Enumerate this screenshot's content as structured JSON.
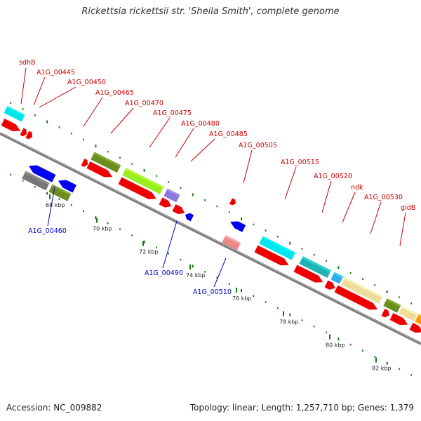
{
  "title": "Rickettsia rickettsii str. 'Sheila Smith', complete genome",
  "footer": {
    "accession": "Accession: NC_009882",
    "summary": "Topology: linear; Length: 1,257,710 bp; Genes: 1,379"
  },
  "colors": {
    "backbone": "#777777",
    "cds": "#ee0000",
    "tick": "#117711",
    "label_top": "#cc0000",
    "label_bottom": "#0000cc"
  },
  "scale": {
    "unit": "kbp",
    "ticks": [
      {
        "kbp": 68,
        "label": "68 kbp"
      },
      {
        "kbp": 70,
        "label": "70 kbp"
      },
      {
        "kbp": 72,
        "label": "72 kbp"
      },
      {
        "kbp": 74,
        "label": "74 kbp"
      },
      {
        "kbp": 76,
        "label": "76 kbp"
      },
      {
        "kbp": 78,
        "label": "78 kbp"
      },
      {
        "kbp": 80,
        "label": "80 kbp"
      },
      {
        "kbp": 82,
        "label": "82 kbp"
      }
    ]
  },
  "genes_top": [
    {
      "label": "sdhB",
      "color": "#00e5ee"
    },
    {
      "label": "A1G_00445",
      "color": "#ee0000"
    },
    {
      "label": "A1G_00450",
      "color": "#ee0000"
    },
    {
      "label": "A1G_00465",
      "color": "#6b8e23"
    },
    {
      "label": "A1G_00470",
      "color": "#99ee22"
    },
    {
      "label": "A1G_00475",
      "color": "#8877dd"
    },
    {
      "label": "A1G_00480",
      "color": "#ee0000"
    },
    {
      "label": "A1G_00485",
      "color": "#ee0000"
    },
    {
      "label": "A1G_00505",
      "color": "#ee0000"
    },
    {
      "label": "A1G_00515",
      "color": "#00e5ee"
    },
    {
      "label": "A1G_00520",
      "color": "#22b2b2"
    },
    {
      "label": "ndk",
      "color": "#33aaee"
    },
    {
      "label": "A1G_00530",
      "color": "#eedd99"
    },
    {
      "label": "gidB",
      "color": "#6b8e23"
    }
  ],
  "genes_bottom": [
    {
      "label": "A1G_00460",
      "color": "#0000ee"
    },
    {
      "label": "A1G_00490",
      "color": "#0000ee"
    },
    {
      "label": "A1G_00510",
      "color": "#ee8888"
    }
  ]
}
